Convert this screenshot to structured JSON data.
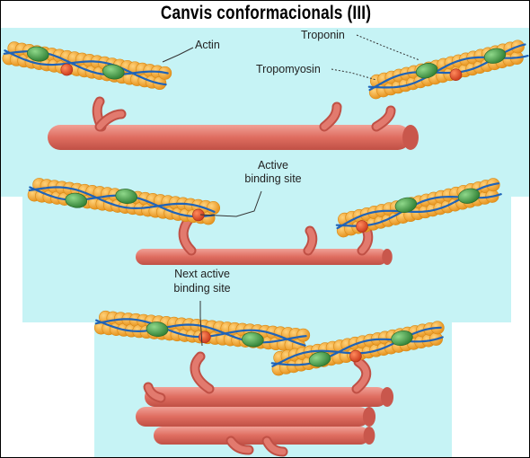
{
  "title": "Canvis conformacionals (III)",
  "labels": {
    "actin": "Actin",
    "troponin": "Troponin",
    "tropomyosin": "Tropomyosin",
    "active_line1": "Active",
    "active_line2": "binding site",
    "next_line1": "Next active",
    "next_line2": "binding site"
  },
  "colors": {
    "background_panel": "#c6f3f5",
    "actin_bead": "#f5a623",
    "troponin": "#3d9a3d",
    "binding_site": "#e8532a",
    "tropomyosin": "#1f63b8",
    "myosin": "#e27a6e"
  }
}
